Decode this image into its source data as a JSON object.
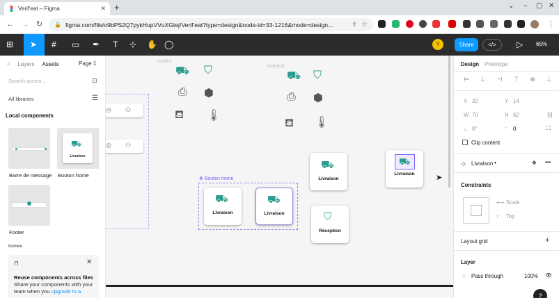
{
  "browser": {
    "tab_title": "Verif'eat – Figma",
    "tab_close": "✕",
    "new_tab": "+",
    "url": "figma.com/file/o9bPS2Q7pykHupVVuXGtej/Verif'eat?type=design&node-id=33-1216&mode=design...",
    "window_controls": [
      "⌄",
      "–",
      "▢",
      "✕"
    ]
  },
  "toolbar": {
    "share_label": "Share",
    "avatar_letter": "Y",
    "dev_mode": "</>",
    "zoom": "65%",
    "accent": "#0d99ff"
  },
  "left_panel": {
    "tabs": [
      "Layers",
      "Assets"
    ],
    "page": "Page 1",
    "search_placeholder": "Search assets...",
    "libraries": "All libraries",
    "section": "Local components",
    "assets": [
      {
        "name": "Barre de message"
      },
      {
        "name": "Bouton home",
        "inner": "Livraison"
      },
      {
        "name": "Footer"
      }
    ],
    "icones_section": "Icones",
    "promo": {
      "title": "Reuse components across files",
      "body": "Share your components with your team when you ",
      "link": "upgrade to a"
    }
  },
  "canvas": {
    "label_icones": "Icones",
    "label_icones2": "Icones2",
    "bouton_home_label": "Bouton home",
    "cards": {
      "livraison": "Livraison",
      "reception": "Réception"
    }
  },
  "right_panel": {
    "tabs": [
      "Design",
      "Prototype"
    ],
    "x_label": "X",
    "x_value": "32",
    "y_label": "Y",
    "y_value": "14",
    "w_label": "W",
    "w_value": "70",
    "h_label": "H",
    "h_value": "62",
    "rotation": "0°",
    "radius": "0",
    "clip_content": "Clip content",
    "component_name": "Livraison",
    "constraints_title": "Constraints",
    "constraint_h": "Scale",
    "constraint_v": "Top",
    "layout_grid": "Layout grid",
    "layer_title": "Layer",
    "blend": "Pass through",
    "opacity": "100%",
    "help": "?"
  }
}
